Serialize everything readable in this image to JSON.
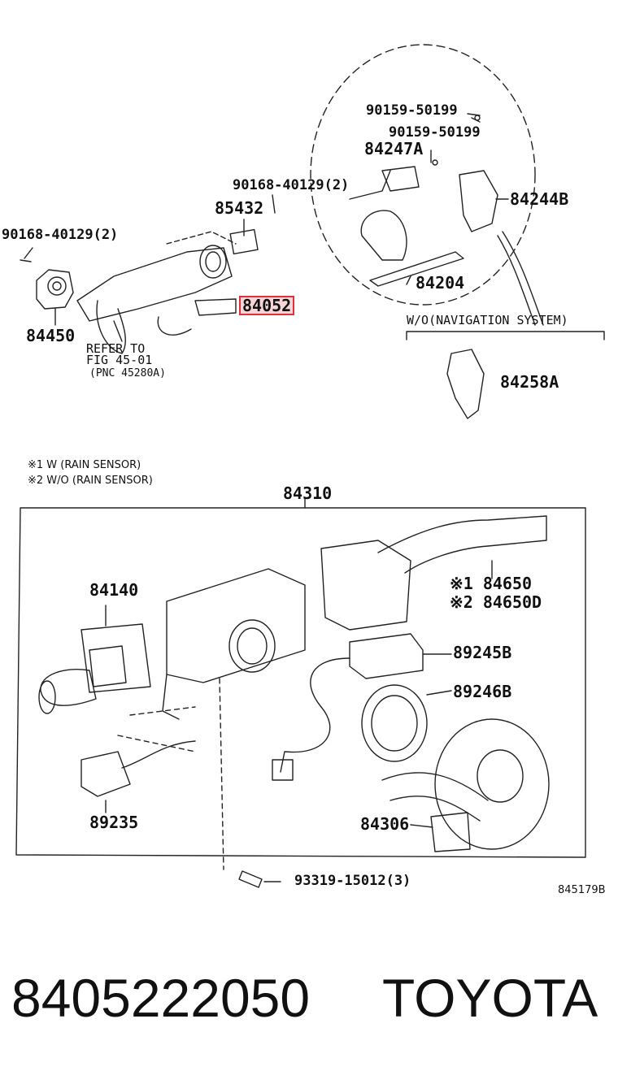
{
  "labels": {
    "p90159_a": "90159-50199",
    "p90159_b": "90159-50199",
    "p84247A": "84247A",
    "p90168_top": "90168-40129(2)",
    "p85432": "85432",
    "p84244B": "84244B",
    "p90168_left": "90168-40129(2)",
    "p84052": "84052",
    "p84204": "84204",
    "p84450": "84450",
    "wo_nav": "W/O(NAVIGATION SYSTEM)",
    "refer_to": "REFER TO",
    "fig": "FIG 45-01",
    "pnc": "(PNC 45280A)",
    "p84258A": "84258A",
    "note1": "※1 W (RAIN SENSOR)",
    "note2": "※2 W/O (RAIN SENSOR)",
    "p84310": "84310",
    "p84140": "84140",
    "p84650": "※1 84650",
    "p84650D": "※2 84650D",
    "p89245B": "89245B",
    "p89246B": "89246B",
    "p89235": "89235",
    "p84306": "84306",
    "p93319": "93319-15012(3)"
  },
  "figure_id": "845179B",
  "footer": {
    "part_number": "8405222050",
    "brand": "TOYOTA"
  },
  "colors": {
    "highlight_border": "#e0303a",
    "highlight_fill": "#f6d5d8",
    "ink": "#111111"
  }
}
